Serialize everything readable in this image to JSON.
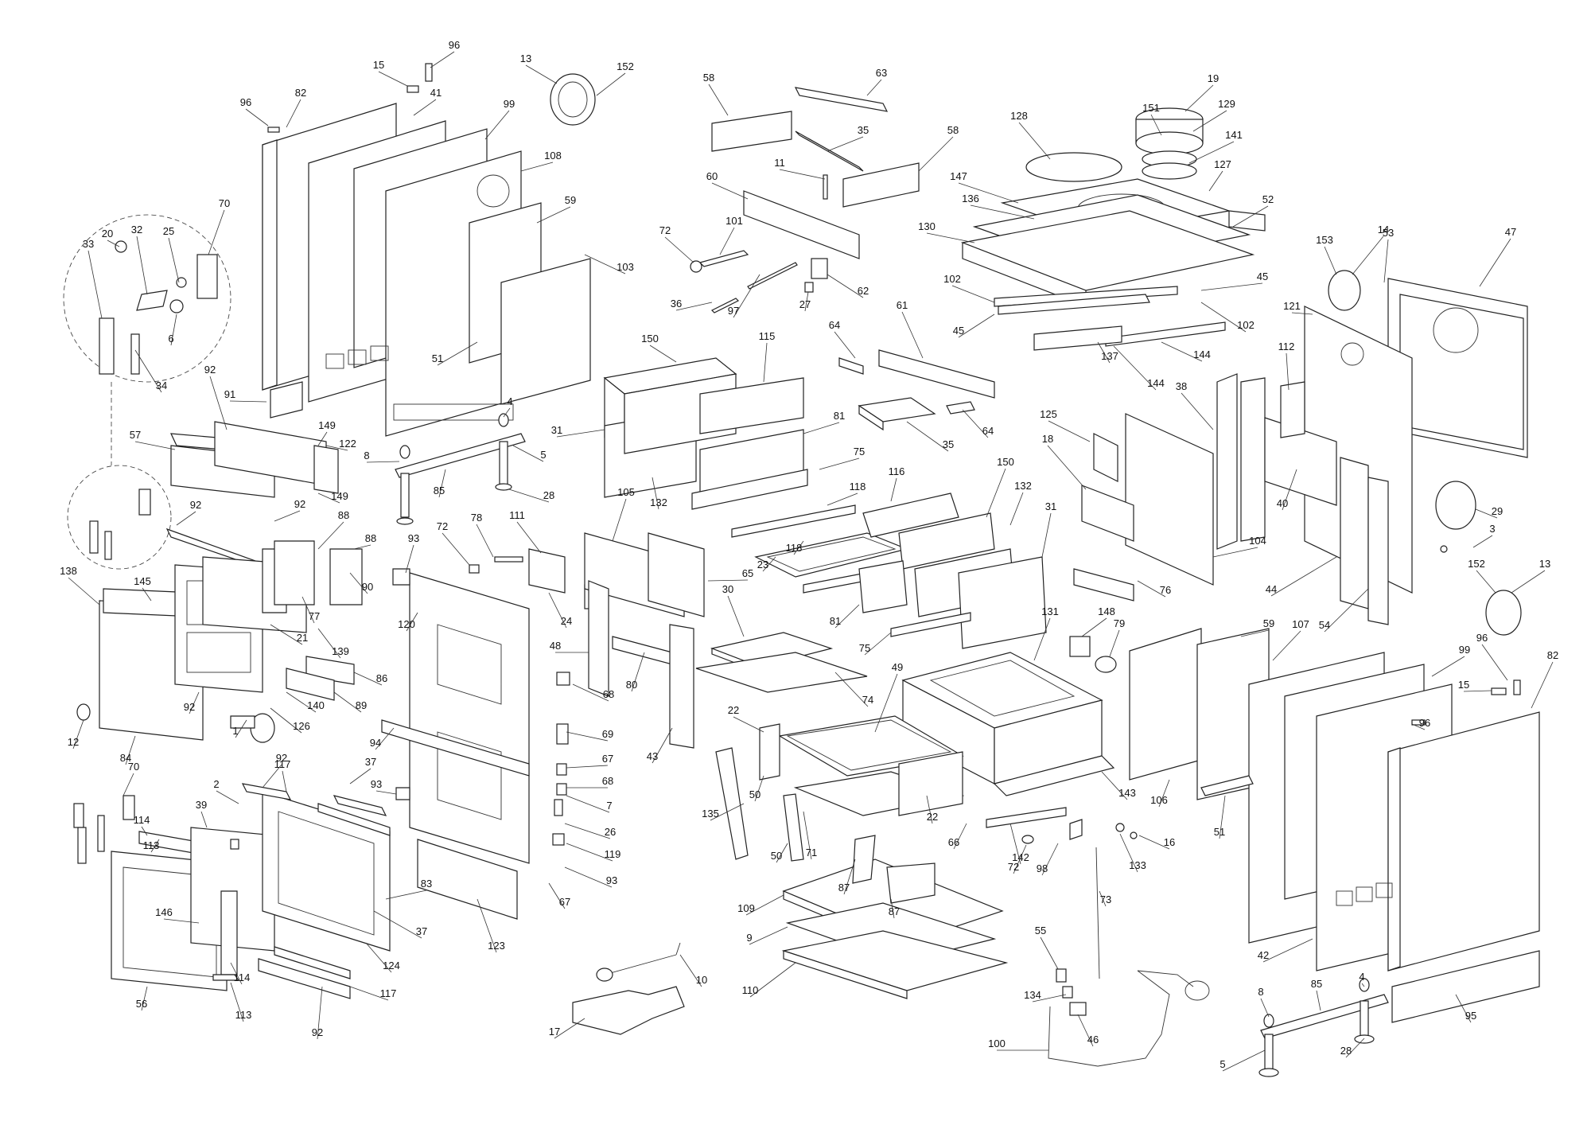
{
  "diagram": {
    "callouts": [
      "1",
      "2",
      "3",
      "4",
      "5",
      "6",
      "7",
      "8",
      "9",
      "10",
      "11",
      "12",
      "13",
      "14",
      "15",
      "16",
      "17",
      "18",
      "19",
      "20",
      "21",
      "22",
      "23",
      "24",
      "25",
      "26",
      "27",
      "28",
      "29",
      "30",
      "31",
      "32",
      "33",
      "34",
      "35",
      "36",
      "37",
      "38",
      "39",
      "40",
      "41",
      "42",
      "43",
      "44",
      "45",
      "46",
      "47",
      "48",
      "49",
      "50",
      "51",
      "52",
      "53",
      "54",
      "55",
      "56",
      "57",
      "58",
      "59",
      "60",
      "61",
      "62",
      "63",
      "64",
      "65",
      "66",
      "67",
      "68",
      "69",
      "70",
      "71",
      "72",
      "73",
      "74",
      "75",
      "76",
      "77",
      "78",
      "79",
      "80",
      "81",
      "82",
      "83",
      "84",
      "85",
      "86",
      "87",
      "88",
      "89",
      "90",
      "91",
      "92",
      "93",
      "94",
      "95",
      "96",
      "97",
      "98",
      "99",
      "100",
      "101",
      "102",
      "103",
      "104",
      "105",
      "106",
      "107",
      "108",
      "109",
      "110",
      "111",
      "112",
      "113",
      "114",
      "115",
      "116",
      "117",
      "118",
      "119",
      "120",
      "121",
      "122",
      "123",
      "124",
      "125",
      "126",
      "127",
      "128",
      "129",
      "130",
      "131",
      "132",
      "133",
      "134",
      "135",
      "136",
      "137",
      "138",
      "139",
      "140",
      "141",
      "142",
      "143",
      "144",
      "145",
      "146",
      "147",
      "148",
      "149",
      "150",
      "151",
      "152",
      "153"
    ]
  }
}
